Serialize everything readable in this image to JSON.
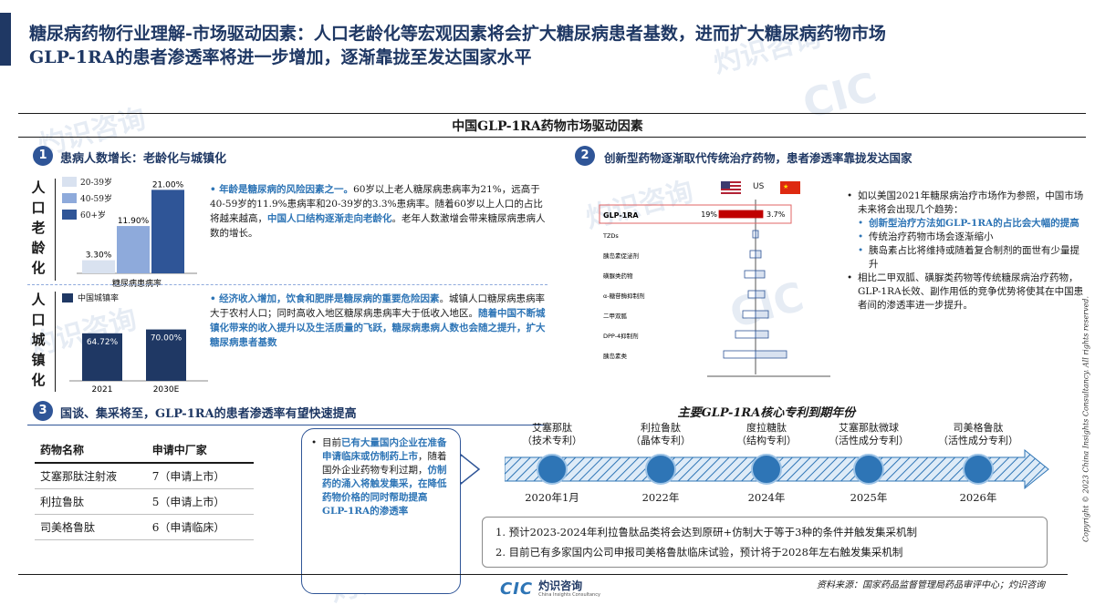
{
  "header": {
    "title_line1": "糖尿病药物行业理解-市场驱动因素：人口老龄化等宏观因素将会扩大糖尿病患者基数，进而扩大糖尿病药物市场",
    "title_line2": "GLP-1RA的患者渗透率将进一步增加，逐渐靠拢至发达国家水平"
  },
  "main_title": "中国GLP-1RA药物市场驱动因素",
  "section1": {
    "num": "1",
    "title": "患病人数增长：老龄化与城镇化",
    "aging_label": [
      "人",
      "口",
      "老",
      "龄",
      "化"
    ],
    "urban_label": [
      "人",
      "口",
      "城",
      "镇",
      "化"
    ],
    "aging_chart": {
      "legend": [
        "20-39岁",
        "40-59岁",
        "60+岁"
      ],
      "xlabel": "糖尿病患病率"
    },
    "urban_chart": {
      "legend": "中国城镇率"
    },
    "text1_bullet": "•",
    "text1_hl1": "年龄是糖尿病的风险因素之一。",
    "text1_part2": "60岁以上老人糖尿病患病率为21%，远高于40-59岁的11.9%患病率和20-39岁的3.3%患病率。随着60岁以上人口的占比将越来越高，",
    "text1_hl2": "中国人口结构逐渐走向老龄化",
    "text1_part3": "。老年人数激增会带来糖尿病患病人数的增长。",
    "text2_bullet": "•",
    "text2_hl1": "经济收入增加，饮食和肥胖是糖尿病的重要危险因素",
    "text2_part2": "。城镇人口糖尿病患病率大于农村人口；同时高收入地区糖尿病患病率大于低收入地区。",
    "text2_hl2": "随着中国不断城镇化带来的收入提升以及生活质量的飞跃，糖尿病患病人数也会随之提升，扩大糖尿病患者基数"
  },
  "section2": {
    "num": "2",
    "title": "创新型药物逐渐取代传统治疗药物，患者渗透率靠拢发达国家",
    "us_label": "US",
    "right_intro": "如以美国2021年糖尿病治疗市场作为参照，中国市场未来将会出现几个趋势：",
    "right_items": [
      "创新型治疗方法如GLP-1RA的占比会大幅的提高",
      "传统治疗药物市场会逐渐缩小",
      "胰岛素占比将维持或随着复合制剂的面世有少量提升"
    ],
    "right_outro": "相比二甲双胍、磺脲类药物等传统糖尿病治疗药物，GLP-1RA长效、副作用低的竞争优势将使其在中国患者间的渗透率进一步提升。",
    "bullet_main": "•",
    "bullet_sub": "•"
  },
  "section3": {
    "num": "3",
    "title": "国谈、集采将至，GLP-1RA的患者渗透率有望快速提高",
    "table_headers": [
      "药物名称",
      "申请中厂家"
    ],
    "table_rows": [
      [
        "艾塞那肽注射液",
        "7（申请上市）"
      ],
      [
        "利拉鲁肽",
        "5（申请上市）"
      ],
      [
        "司美格鲁肽",
        "6（申请临床）"
      ]
    ],
    "bubble_bullet": "•",
    "bubble_part1": "目前",
    "bubble_hl1": "已有大量国内企业在准备申请临床或仿制药上市",
    "bubble_part2": "，随着国外企业药物专利过期，",
    "bubble_hl2": "仿制药的涌入将触发集采，在降低药物价格的同时帮助提高GLP-1RA的渗透率"
  },
  "timeline": {
    "title": "主要GLP-1RA核心专利到期年份",
    "items": [
      {
        "drug": "艾塞那肽",
        "patent": "（技术专利）",
        "year": "2020年1月"
      },
      {
        "drug": "利拉鲁肽",
        "patent": "（晶体专利）",
        "year": "2022年"
      },
      {
        "drug": "度拉糖肽",
        "patent": "（结构专利）",
        "year": "2024年"
      },
      {
        "drug": "艾塞那肽微球",
        "patent": "（活性成分专利）",
        "year": "2025年"
      },
      {
        "drug": "司美格鲁肽",
        "patent": "（活性成分专利）",
        "year": "2026年"
      }
    ],
    "notes": [
      "1.   预计2023-2024年利拉鲁肽品类将会达到原研+仿制大于等于3种的条件并触发集采机制",
      "2.   目前已有多家国内公司申报司美格鲁肽临床试验，预计将于2028年左右触发集采机制"
    ]
  },
  "footer": {
    "source": "资料来源：国家药品监督管理局药品审评中心；灼识咨询",
    "logo_text": "CIC",
    "logo_cn": "灼识咨询",
    "logo_en": "China Insights Consultancy",
    "copyright": "Copyright © 2023 China Insights Consultancy. All rights reserved."
  },
  "watermark": {
    "cn": "灼识咨询",
    "logo": "CIC",
    "en": "China Insights Consultancy"
  },
  "chart_data": [
    {
      "type": "bar",
      "title": "",
      "xlabel": "糖尿病患病率",
      "categories": [
        "20-39岁",
        "40-59岁",
        "60+岁"
      ],
      "values": [
        3.3,
        11.9,
        21.0
      ],
      "value_labels": [
        "3.30%",
        "11.90%",
        "21.00%"
      ],
      "colors": [
        "#d9e2f0",
        "#8eaadb",
        "#2f5597"
      ],
      "ylim": [
        0,
        22
      ],
      "legend_position": "top-left"
    },
    {
      "type": "bar",
      "title": "",
      "series": [
        {
          "name": "中国城镇率",
          "values": [
            64.72,
            70.0
          ]
        }
      ],
      "categories": [
        "2021",
        "2030E"
      ],
      "value_labels": [
        "64.72%",
        "70.00%"
      ],
      "colors": [
        "#1f3864"
      ],
      "ylim": [
        0,
        100
      ],
      "legend_position": "top-left"
    },
    {
      "type": "bar",
      "orientation": "horizontal-diverging",
      "title": "",
      "categories": [
        "GLP-1RA",
        "TZDs",
        "胰岛素促泌剂",
        "磺脲类药物",
        "α-糖苷酶抑制剂",
        "二甲双胍",
        "DPP-4抑制剂",
        "胰岛素类"
      ],
      "series": [
        {
          "name": "US",
          "values": [
            19,
            null,
            null,
            null,
            null,
            null,
            null,
            null
          ]
        },
        {
          "name": "CN",
          "values": [
            3.7,
            null,
            null,
            null,
            null,
            null,
            null,
            null
          ]
        }
      ],
      "value_labels": [
        "19%",
        "3.7%"
      ],
      "legend_position": "top"
    }
  ]
}
